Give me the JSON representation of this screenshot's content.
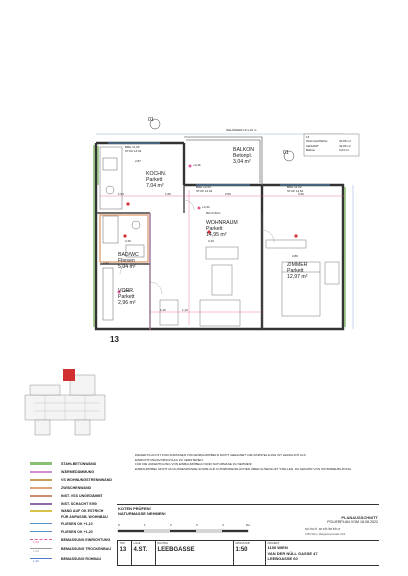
{
  "plan": {
    "top_number": "13",
    "axis_marker_a": "01",
    "axis_marker_b": "01",
    "terrace_label": "GELÄNDER H=1,10 m",
    "rooms": [
      {
        "id": "kochen",
        "name": "KOCHN.",
        "floor": "Parkett",
        "area": "7,04 m²"
      },
      {
        "id": "balkon",
        "name": "BALKON",
        "floor": "Betonpl.",
        "area": "3,04 m²"
      },
      {
        "id": "wohnraum",
        "name": "WOHNRAUM",
        "floor": "Parkett",
        "area": "14,95 m²"
      },
      {
        "id": "zimmer",
        "name": "ZIMMER",
        "floor": "Parkett",
        "area": "12,97 m²"
      },
      {
        "id": "bad",
        "name": "BAD/WC",
        "floor": "Fliesen",
        "area": "5,04 m²"
      },
      {
        "id": "vorr",
        "name": "VORR.",
        "floor": "Parkett",
        "area": "2,96 m²"
      }
    ],
    "dims": {
      "kochen_h": "2,87",
      "wohn_h": "3,10",
      "zimmer_h": "2,89",
      "bad_h": "2,40",
      "vorr_h": "2,47",
      "level_a": "+0,46",
      "level_b": "+0,44",
      "level_c": "+0,46",
      "rh": "RH=2,52m",
      "top_1": "1,54",
      "top_2": "1,60",
      "top_3": "2,50",
      "top_4": "3,40",
      "bottom_1": "1,10",
      "bottom_2": "1,10"
    },
    "area_box": {
      "top": "13",
      "rows": [
        {
          "label": "Wohnnutzfläche",
          "value": "42,86 m²"
        },
        {
          "label": "GESAMT",
          "value": "42,86 m²"
        },
        {
          "label": "Balkon",
          "value": "3,04 m²"
        }
      ]
    },
    "door_labels": [
      "BRH 11,00",
      "STUK 14,64",
      "BRH 12,00",
      "STUK 14,64",
      "BRH 11,00",
      "STUK 14,64"
    ]
  },
  "notes": [
    "DIESER PLAN IST ZUM ANPASSEN VON EINBAUMÖBELN NICHT GEEIGNET. DIE DARSTELLUNG IST LEDIGLICH ALS",
    "EINRICHTUNGSVORSCHLAG ZU VERSTEHEN.",
    "FÜR DIE ANFERTIGUNG VON EINBAUMÖBELN SIND NATURMASE ZU NEHMEN!",
    "EINBAUMÖBEL NICHT AN AUSSENWÄNDE SOWIE AUF FUSSBODENFLÄCHEN ÜBER AUSENLUFT STELLEN, DA GEFAHR VON SCHIMMELBILDUNG."
  ],
  "legend": [
    {
      "label": "STAHLBETONWAND",
      "color": "#8bbf74"
    },
    {
      "label": "WÄRMEDÄMMUNG",
      "color": "#d48fd0"
    },
    {
      "label": "VS WOHNUNGSTRENNWAND",
      "color": "#c6a05a"
    },
    {
      "label": "ZWISCHENWAND",
      "color": "#e0a27a"
    },
    {
      "label": "INST. VSS UNGEDÄMMT",
      "color": "#c98c6c"
    },
    {
      "label": "INST. SCHACHT EI90",
      "color": "#8e6aa8"
    },
    {
      "label": "WAND AUF OK ESTRICH",
      "color": "#d9c24a"
    },
    {
      "label": "FÜR ANPASSB. WOHNBAU",
      "color": "#d9c24a"
    },
    {
      "label": "FLIESEN OK +1,10",
      "color": "#5a8fc7"
    },
    {
      "label": "FLIESEN OK +1,20",
      "color": "#5a8fc7"
    },
    {
      "label": "BEMASSUNG EINRICHTUNG",
      "color": "#e25a9a"
    },
    {
      "label": "BEMASSUNG TROCKENBAU",
      "color": "#999999"
    },
    {
      "label": "BEMASSUNG ROHBAU",
      "color": "#5577cc"
    }
  ],
  "legend_dim_values": [
    "1,20",
    "1,20",
    "1,20"
  ],
  "title_block": {
    "warning_1": "KOTEN PRÜFEN!",
    "warning_2": "NATURMASSE NEHMEN!",
    "plan_type": "PLANAUSSCHNITT",
    "plan_date": "POLIERPLAN VOM  18.08.2022",
    "scale_ticks": [
      "0",
      "1",
      "2",
      "3",
      "4",
      "5m"
    ],
    "architect_name": "schuh architektur",
    "architect_address": "1050 Wien, Margaretenstraße 32/2",
    "headers": [
      "TOP",
      "LAGE",
      "BAUTEIL",
      "",
      "MASSSTAB",
      "PROJEKT"
    ],
    "top": "13",
    "lage": "4.ST.",
    "bauteil": "LEEBGASSE",
    "massstab": "1:50",
    "projekt_1": "1100 WIEN",
    "projekt_2": "VAN DER NÜLL GASSE 47",
    "projekt_3": "LEEBGASSE 60"
  }
}
